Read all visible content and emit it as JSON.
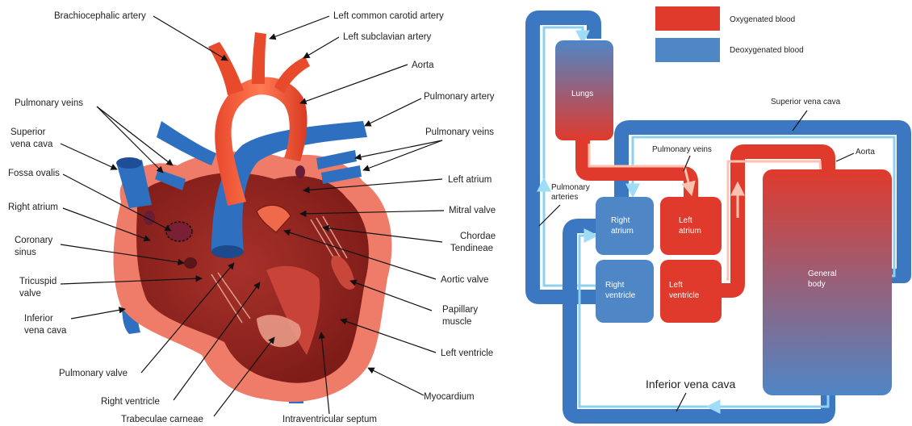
{
  "heart_labels": {
    "brachiocephalic_artery": "Brachiocephalic artery",
    "left_common_carotid_artery": "Left common carotid artery",
    "left_subclavian_artery": "Left subclavian artery",
    "aorta": "Aorta",
    "pulmonary_artery": "Pulmonary artery",
    "pulmonary_veins_left": "Pulmonary veins",
    "pulmonary_veins_right": "Pulmonary veins",
    "superior_vena_cava_1": "Superior",
    "superior_vena_cava_2": "vena cava",
    "fossa_ovalis": "Fossa ovalis",
    "left_atrium": "Left atrium",
    "right_atrium": "Right atrium",
    "mitral_valve": "Mitral valve",
    "coronary_sinus_1": "Coronary",
    "coronary_sinus_2": "sinus",
    "chordae_tendineae_1": "Chordae",
    "chordae_tendineae_2": "Tendineae",
    "tricuspid_valve_1": "Tricuspid",
    "tricuspid_valve_2": "valve",
    "aortic_valve": "Aortic valve",
    "inferior_vena_cava_1": "Inferior",
    "inferior_vena_cava_2": "vena cava",
    "papillary_muscle_1": "Papillary",
    "papillary_muscle_2": "muscle",
    "left_ventricle": "Left ventricle",
    "pulmonary_valve": "Pulmonary valve",
    "right_ventricle": "Right ventricle",
    "myocardium": "Myocardium",
    "trabeculae_carneae": "Trabeculae carneae",
    "intraventricular_septum": "Intraventricular septum"
  },
  "circulation": {
    "legend": {
      "oxygenated": "Oxygenated blood",
      "deoxygenated": "Deoxygenated blood"
    },
    "lungs": "Lungs",
    "pulmonary_veins": "Pulmonary veins",
    "aorta": "Aorta",
    "superior_vena_cava": "Superior vena cava",
    "pulmonary_arteries_1": "Pulmonary",
    "pulmonary_arteries_2": "arteries",
    "right_atrium_1": "Right",
    "right_atrium_2": "atrium",
    "left_atrium_1": "Left",
    "left_atrium_2": "atrium",
    "right_ventricle_1": "Right",
    "right_ventricle_2": "ventricle",
    "left_ventricle_1": "Left",
    "left_ventricle_2": "ventricle",
    "general_body_1": "General",
    "general_body_2": "body",
    "inferior_vena_cava": "Inferior vena cava"
  },
  "colors": {
    "oxygenated": "#e03a2c",
    "deoxygenated": "#4f86c6",
    "vessel_blue": "#3b78c1",
    "vessel_light": "#8fd0ef",
    "heart_outer": "#ef7f6c",
    "heart_inner": "#9b2621"
  }
}
